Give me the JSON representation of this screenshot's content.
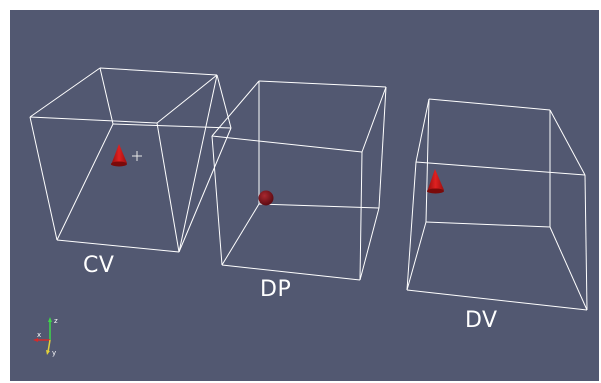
{
  "viewport": {
    "background": "#525871",
    "boxes": [
      {
        "label": "CV",
        "glyph": "cone"
      },
      {
        "label": "DP",
        "glyph": "sphere"
      },
      {
        "label": "DV",
        "glyph": "cone"
      }
    ],
    "axes": {
      "x_label": "x",
      "y_label": "y",
      "z_label": "z",
      "x_color": "#d42b2b",
      "y_color": "#e3d13a",
      "z_color": "#3ed84a"
    },
    "glyph_color": "#c21a1a",
    "wire_color": "#ffffff"
  }
}
